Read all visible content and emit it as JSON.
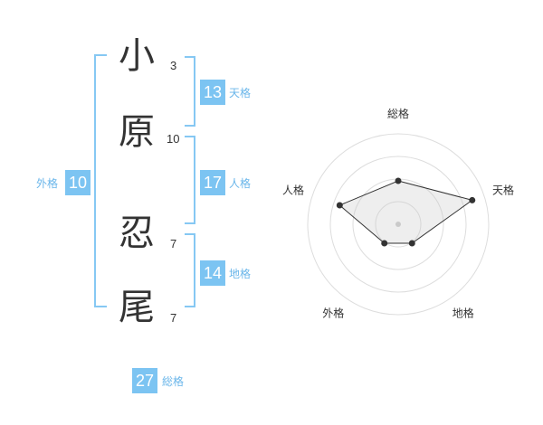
{
  "name_chars": [
    {
      "char": "小",
      "strokes": "3"
    },
    {
      "char": "原",
      "strokes": "10"
    },
    {
      "char": "忍",
      "strokes": "7"
    },
    {
      "char": "尾",
      "strokes": "7"
    }
  ],
  "kaku": {
    "tenkaku": {
      "value": "13",
      "label": "天格"
    },
    "jinkaku": {
      "value": "17",
      "label": "人格"
    },
    "chikaku": {
      "value": "14",
      "label": "地格"
    },
    "gaikaku": {
      "value": "10",
      "label": "外格"
    },
    "soukaku": {
      "value": "27",
      "label": "総格"
    }
  },
  "colors": {
    "accent": "#7cc4f2",
    "bracket": "#86c8f3",
    "text": "#333333"
  },
  "chart_data": {
    "type": "radar",
    "axes": [
      "総格",
      "天格",
      "地格",
      "外格",
      "人格"
    ],
    "values": [
      2.4,
      4.3,
      1.3,
      1.3,
      3.4
    ],
    "max": 5,
    "rings": 4,
    "grid": true
  }
}
